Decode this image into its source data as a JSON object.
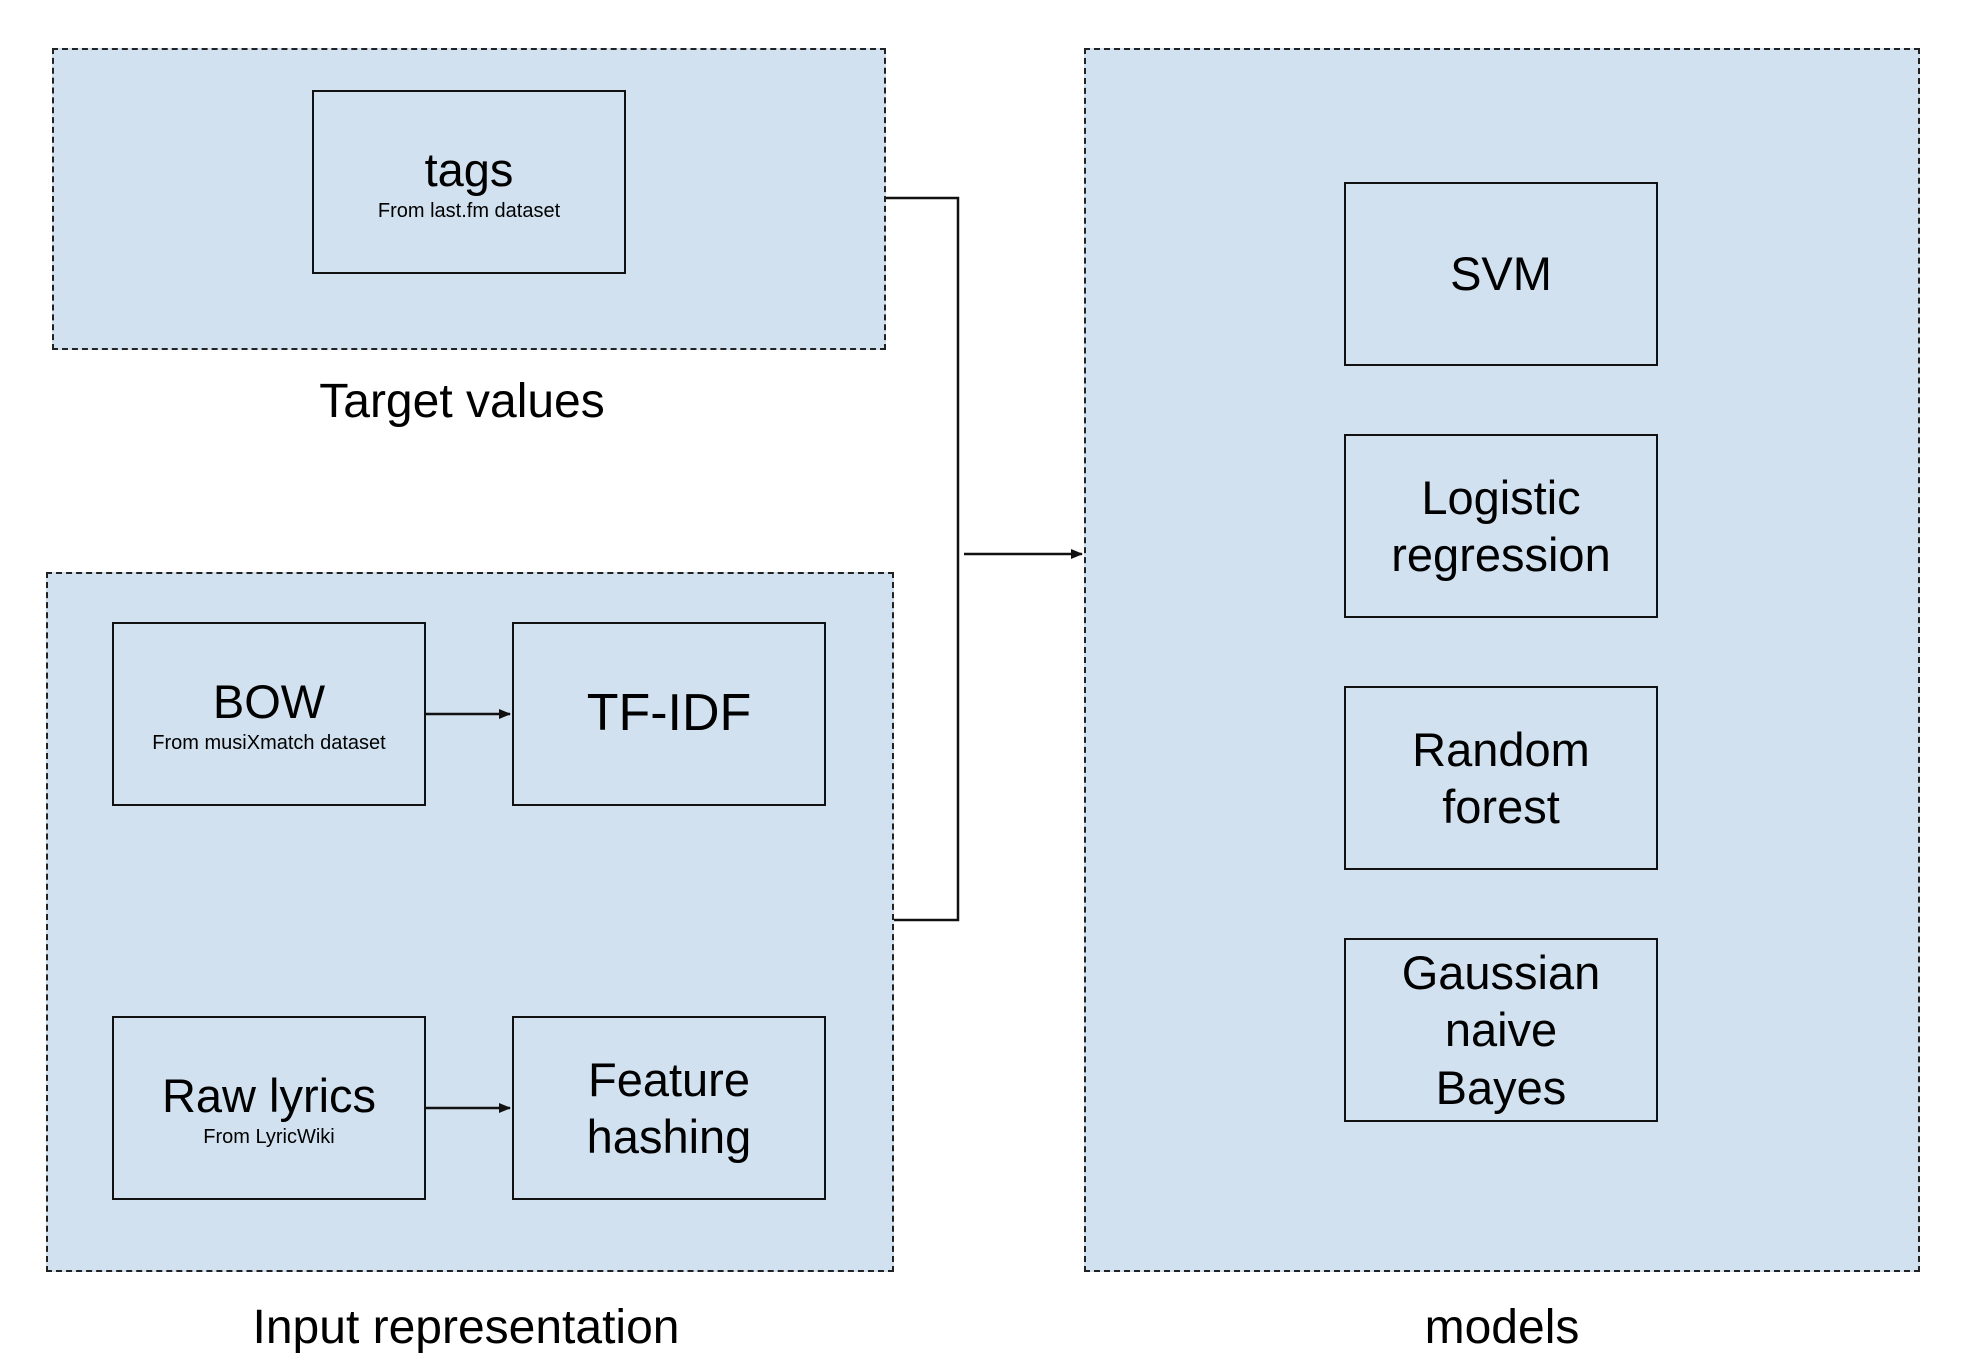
{
  "groups": {
    "target": {
      "caption": "Target values"
    },
    "input": {
      "caption": "Input representation"
    },
    "models": {
      "caption": "models"
    }
  },
  "boxes": {
    "tags": {
      "title": "tags",
      "subtitle": "From last.fm dataset"
    },
    "bow": {
      "title": "BOW",
      "subtitle": "From musiXmatch dataset"
    },
    "tfidf": {
      "title": "TF-IDF"
    },
    "raw_lyrics": {
      "title": "Raw lyrics",
      "subtitle": "From LyricWiki"
    },
    "feature_hashing": {
      "title": "Feature hashing"
    },
    "svm": {
      "title": "SVM"
    },
    "logistic_regression": {
      "title": "Logistic regression"
    },
    "random_forest": {
      "title": "Random forest"
    },
    "gaussian_naive_bayes": {
      "title": "Gaussian naive Bayes"
    }
  },
  "colors": {
    "fill": "#d1e1ef",
    "stroke": "#111111"
  }
}
